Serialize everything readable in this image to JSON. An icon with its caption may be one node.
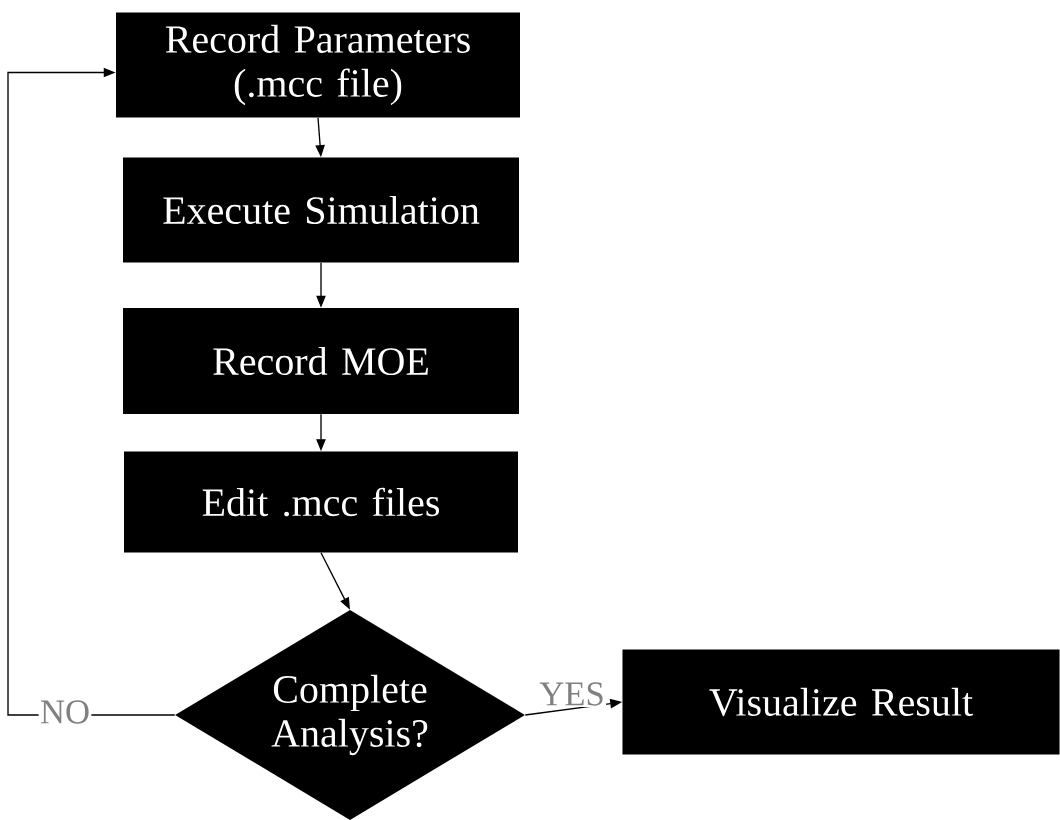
{
  "diagram": {
    "nodes": [
      {
        "text": [
          "Record Parameters (.mcc file)"
        ]
      },
      {
        "text": [
          "Execute Simulation"
        ]
      },
      {
        "text": [
          "Record MOE"
        ]
      },
      {
        "text": [
          "Edit .mcc files"
        ]
      },
      {
        "text": [
          "Complete Analysis?"
        ]
      },
      {
        "text": [
          "Visualize Result"
        ]
      }
    ],
    "edges": [
      {
        "from": 0,
        "to": 1,
        "arrow": "to"
      },
      {
        "from": 1,
        "to": 2,
        "arrow": "to"
      },
      {
        "from": 2,
        "to": 3,
        "arrow": "to"
      },
      {
        "from": 3,
        "to": 4,
        "arrow": "to"
      },
      {
        "from": 4,
        "to": 5,
        "arrow": "to",
        "label": "YES"
      },
      {
        "from": 4,
        "to": 0,
        "arrow": "to",
        "label": "NO"
      }
    ]
  }
}
